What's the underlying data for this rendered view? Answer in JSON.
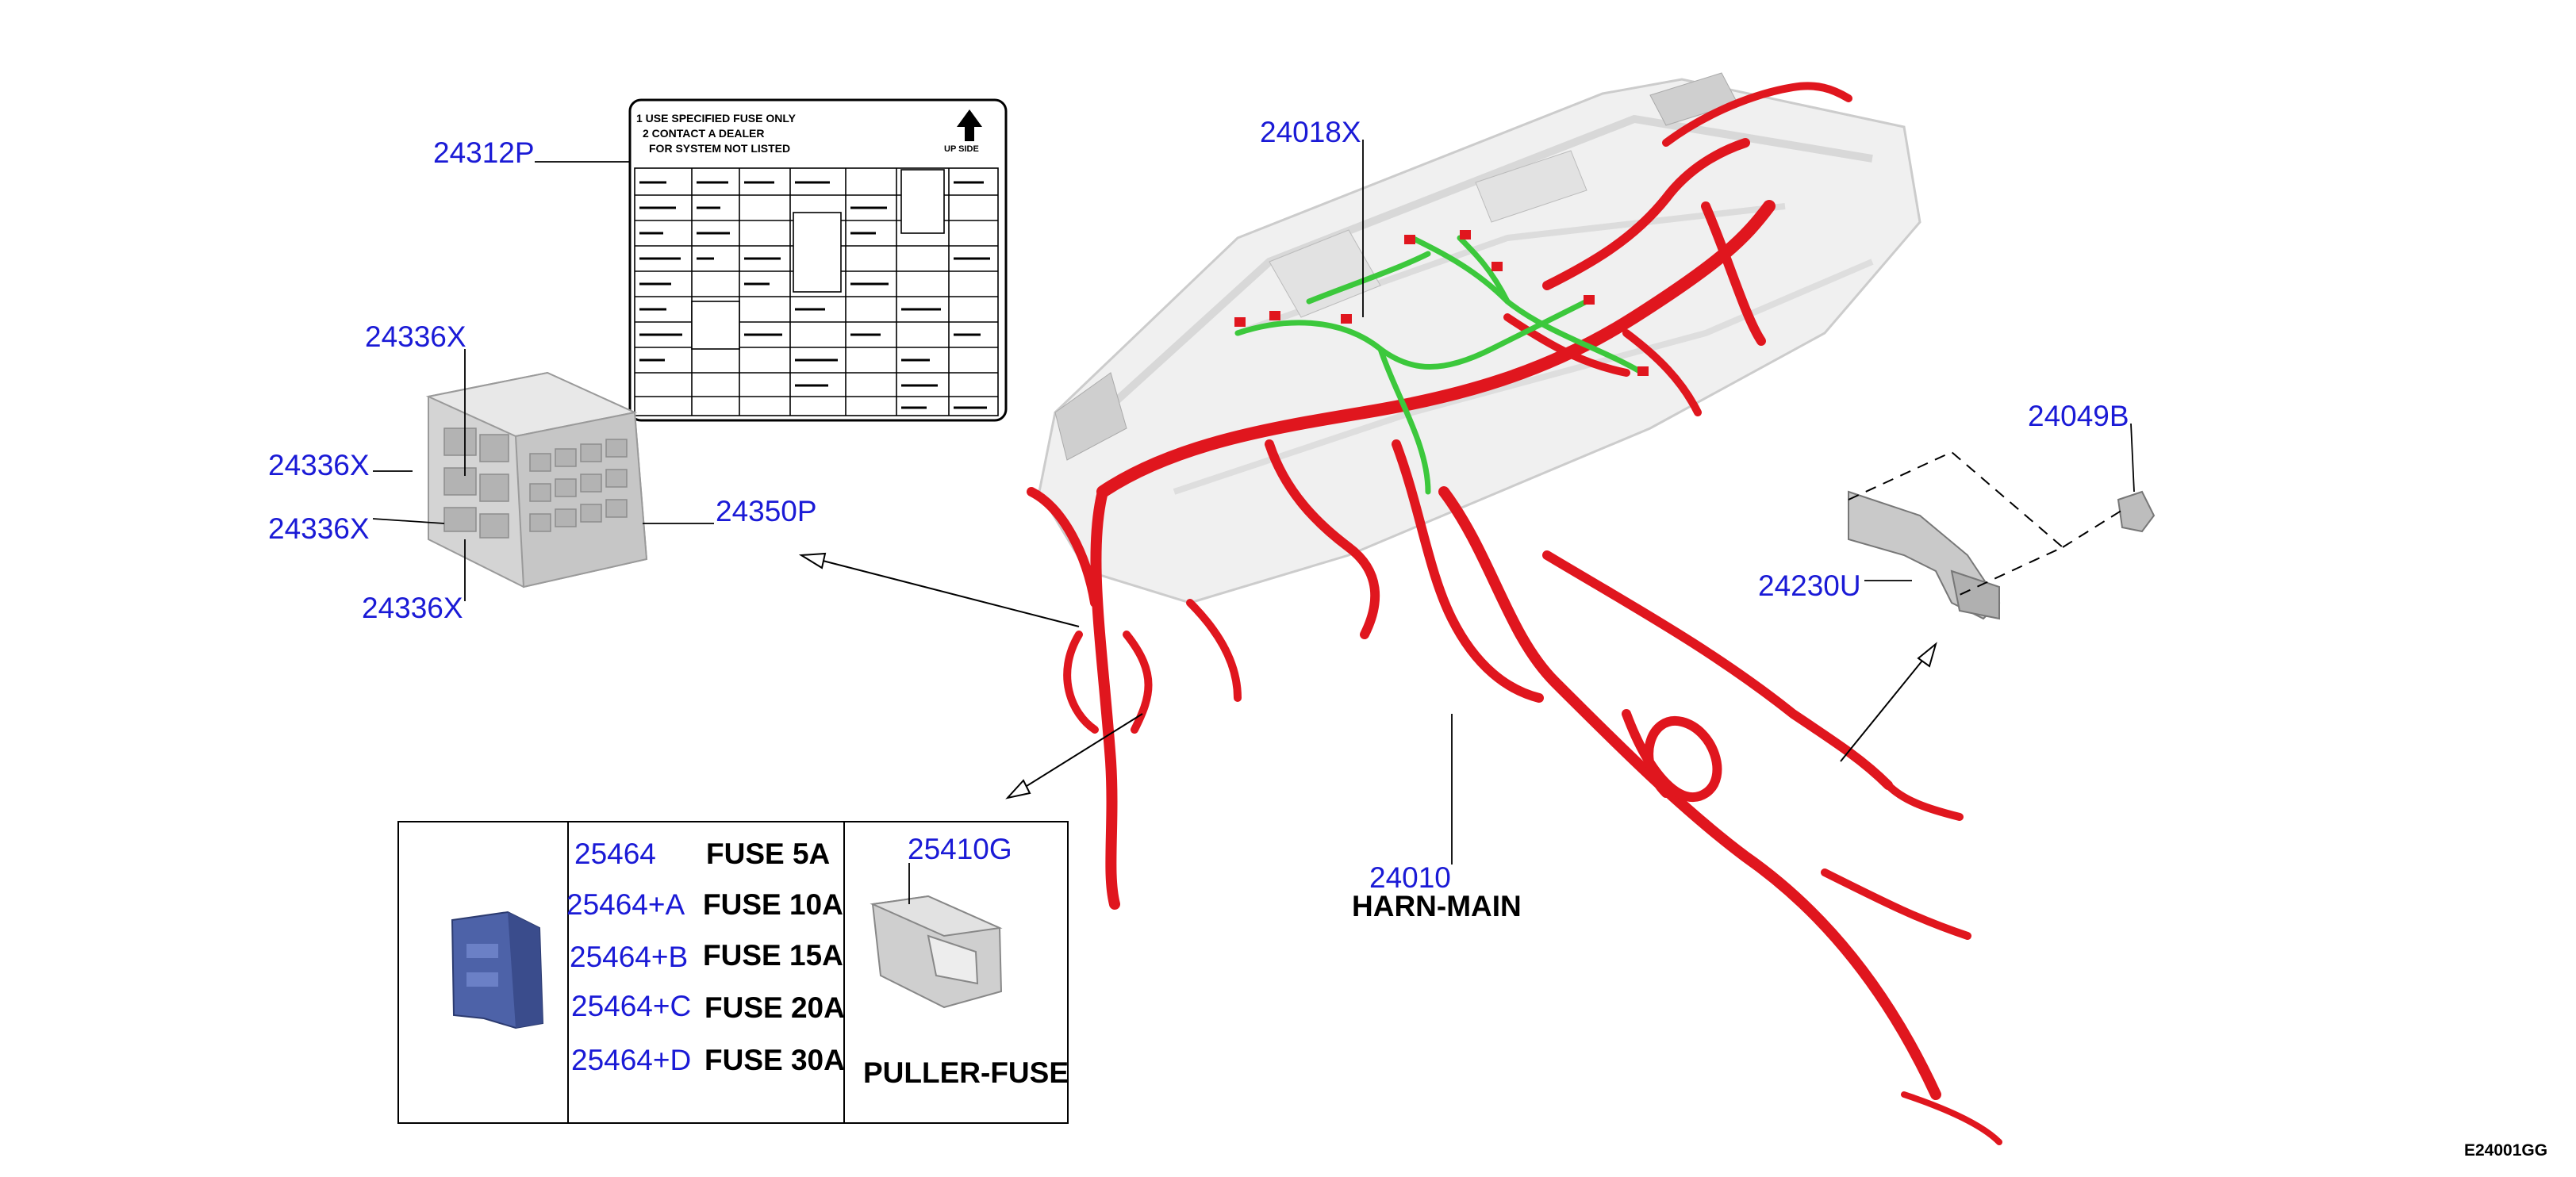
{
  "callouts": {
    "p24312p": "24312P",
    "p24018x": "24018X",
    "p24336x_a": "24336X",
    "p24336x_b": "24336X",
    "p24336x_c": "24336X",
    "p24336x_d": "24336X",
    "p24350p": "24350P",
    "p24049b": "24049B",
    "p24230u": "24230U",
    "p24010": "24010",
    "p25410g": "25410G"
  },
  "harness_name": "HARN-MAIN",
  "fuse_label": {
    "line1": "1 USE SPECIFIED FUSE ONLY",
    "line2": "2 CONTACT A DEALER",
    "line3": "FOR SYSTEM NOT LISTED",
    "up_side": "UP SIDE"
  },
  "fuse_table": {
    "rows": [
      {
        "part": "25464",
        "desc": "FUSE 5A"
      },
      {
        "part": "25464+A",
        "desc": "FUSE 10A"
      },
      {
        "part": "25464+B",
        "desc": "FUSE 15A"
      },
      {
        "part": "25464+C",
        "desc": "FUSE 20A"
      },
      {
        "part": "25464+D",
        "desc": "FUSE 30A"
      }
    ],
    "puller_label": "PULLER-FUSE"
  },
  "drawing_code": "E24001GG",
  "colors": {
    "callout": "#1a1ad6",
    "harness_red": "#e0161e",
    "harness_green": "#3cc83c",
    "dash_gray": "#d6d6d6",
    "fuse_blue": "#4d62a8"
  }
}
